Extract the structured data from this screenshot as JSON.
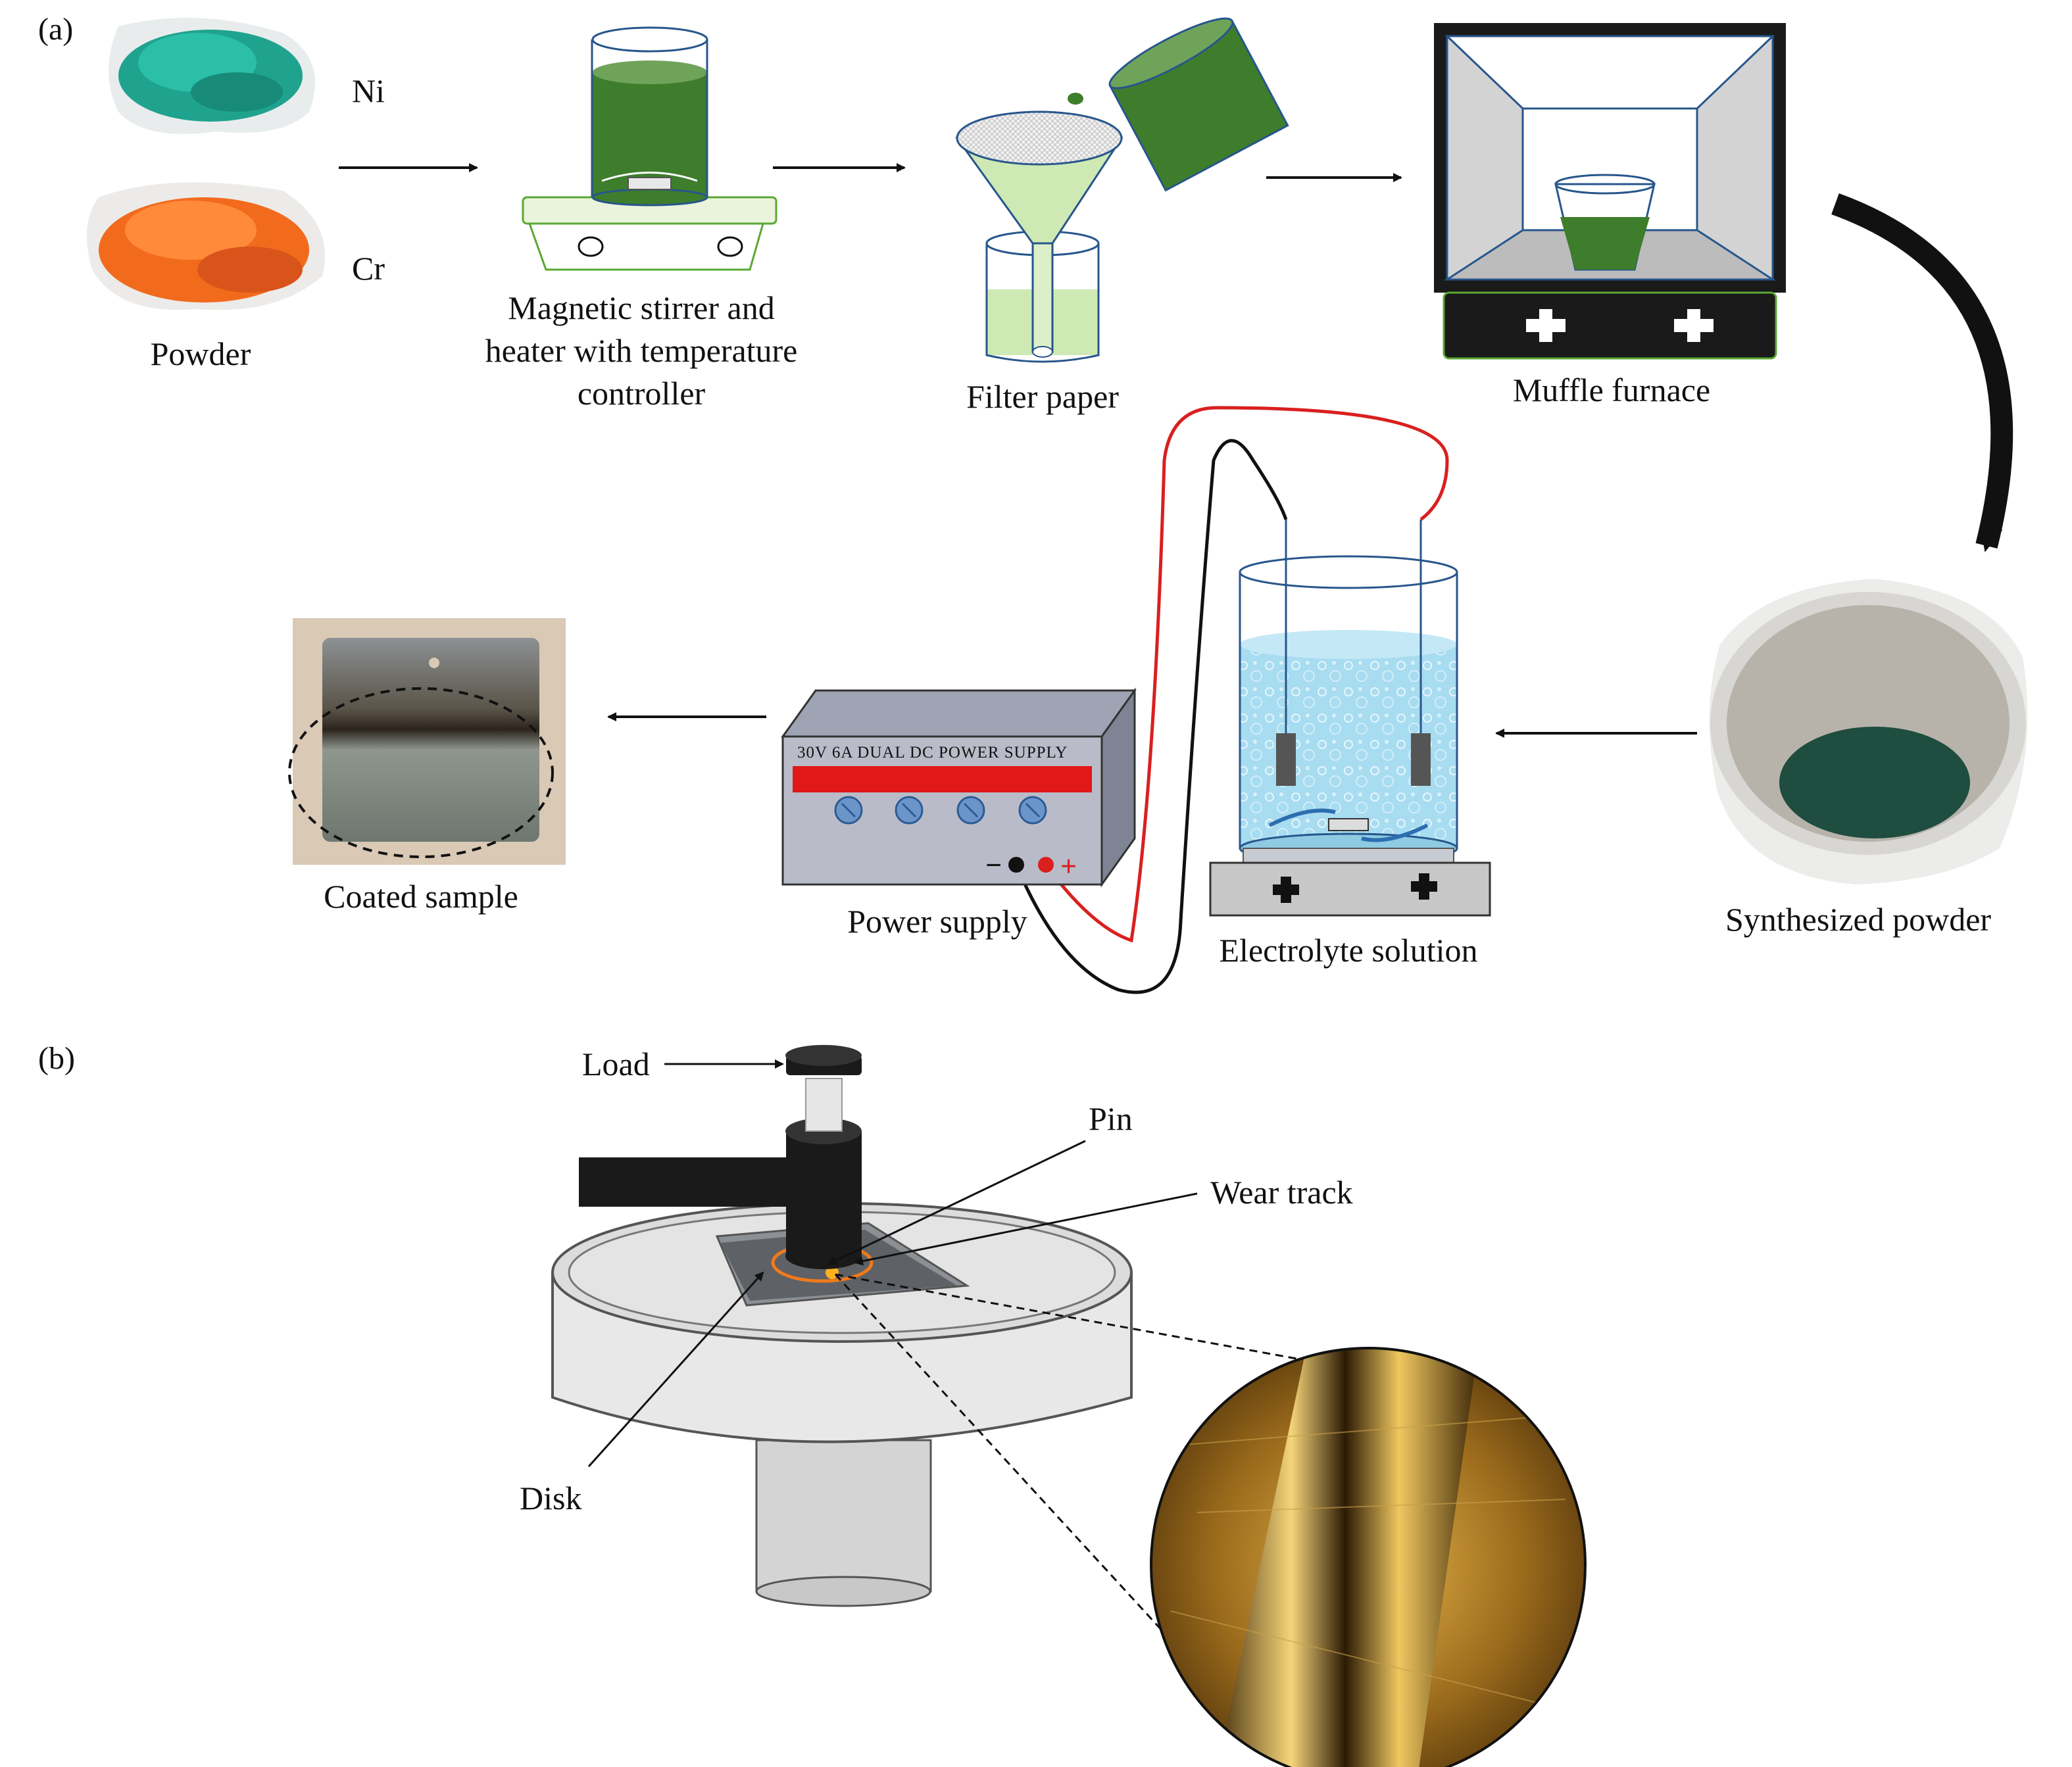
{
  "panels": {
    "a": "(a)",
    "b": "(b)"
  },
  "powder": {
    "ni": "Ni",
    "cr": "Cr",
    "label": "Powder"
  },
  "stirrer": {
    "label_lines": [
      "Magnetic stirrer and",
      "heater with temperature",
      "controller"
    ]
  },
  "filter": {
    "label": "Filter paper"
  },
  "furnace": {
    "label": "Muffle furnace"
  },
  "synth": {
    "label": "Synthesized powder"
  },
  "electrolyte": {
    "label": "Electrolyte solution"
  },
  "psu": {
    "label": "Power supply",
    "panel_text": "30V 6A DUAL DC POWER SUPPLY",
    "minus": "−",
    "plus": "+"
  },
  "coated": {
    "label": "Coated sample"
  },
  "pod": {
    "load": "Load",
    "pin": "Pin",
    "wear": "Wear track",
    "disk": "Disk"
  },
  "colors": {
    "ni_powder": "#1fa38f",
    "cr_powder": "#f26b1d",
    "green_solution": "#3e7d2c",
    "light_green": "#cfe9b4",
    "furnace_frame": "#1a1a1a",
    "water": "#a8dcf0",
    "wire_red": "#d9201f",
    "wire_black": "#111111",
    "psu_body": "#b9bcc8",
    "psu_display": "#e01818",
    "wear_track": "#f07a1a"
  }
}
